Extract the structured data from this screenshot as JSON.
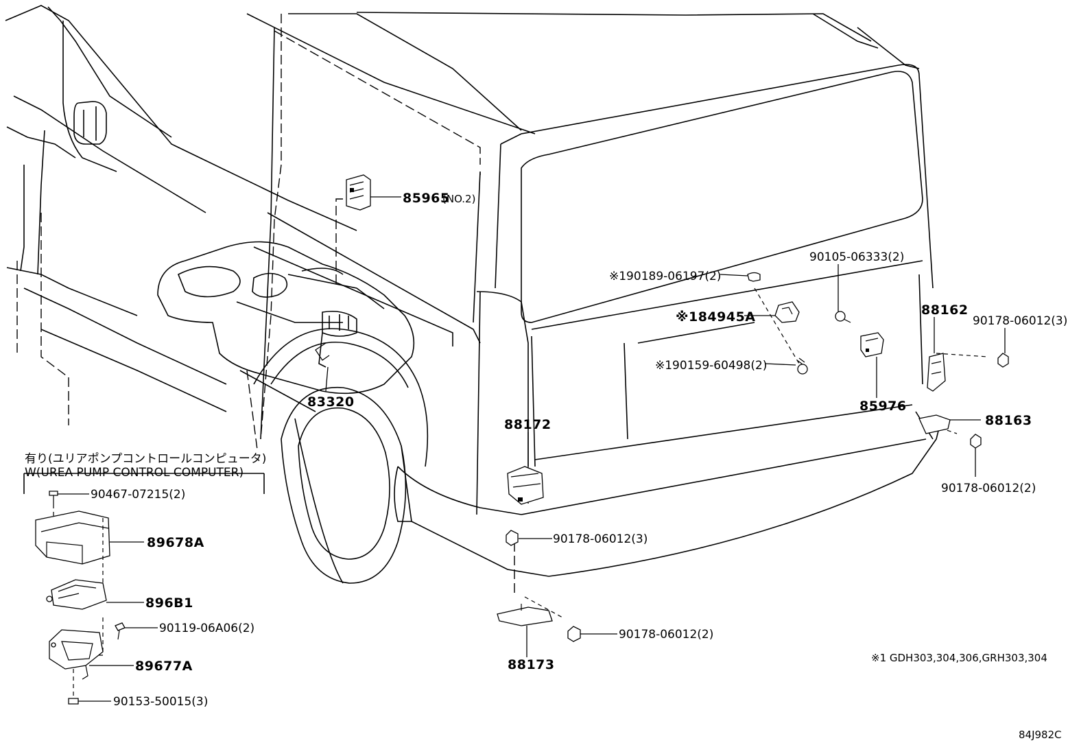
{
  "labels": {
    "p85965": "85965",
    "p85965_sub": "(NO.2)",
    "p83320": "83320",
    "p88172": "88172",
    "p88173": "88173",
    "p88162": "88162",
    "p88163": "88163",
    "p85976": "85976",
    "p84945A": "※184945A",
    "p90189": "※190189-06197(2)",
    "p90159": "※190159-60498(2)",
    "p90105": "90105-06333(2)",
    "p90178_a": "90178-06012(3)",
    "p90178_b": "90178-06012(2)",
    "p90178_c": "90178-06012(3)",
    "p90178_d": "90178-06012(2)",
    "p90467": "90467-07215(2)",
    "p89678A": "89678A",
    "p896B1": "896B1",
    "p90119": "90119-06A06(2)",
    "p89677A": "89677A",
    "p90153": "90153-50015(3)"
  },
  "group": {
    "title_jp": "有り(ユリアポンプコントロールコンピュータ)",
    "title_en": "W(UREA PUMP CONTROL COMPUTER)"
  },
  "footnote": "※1 GDH303,304,306,GRH303,304",
  "diagram_ref": "84J982C"
}
